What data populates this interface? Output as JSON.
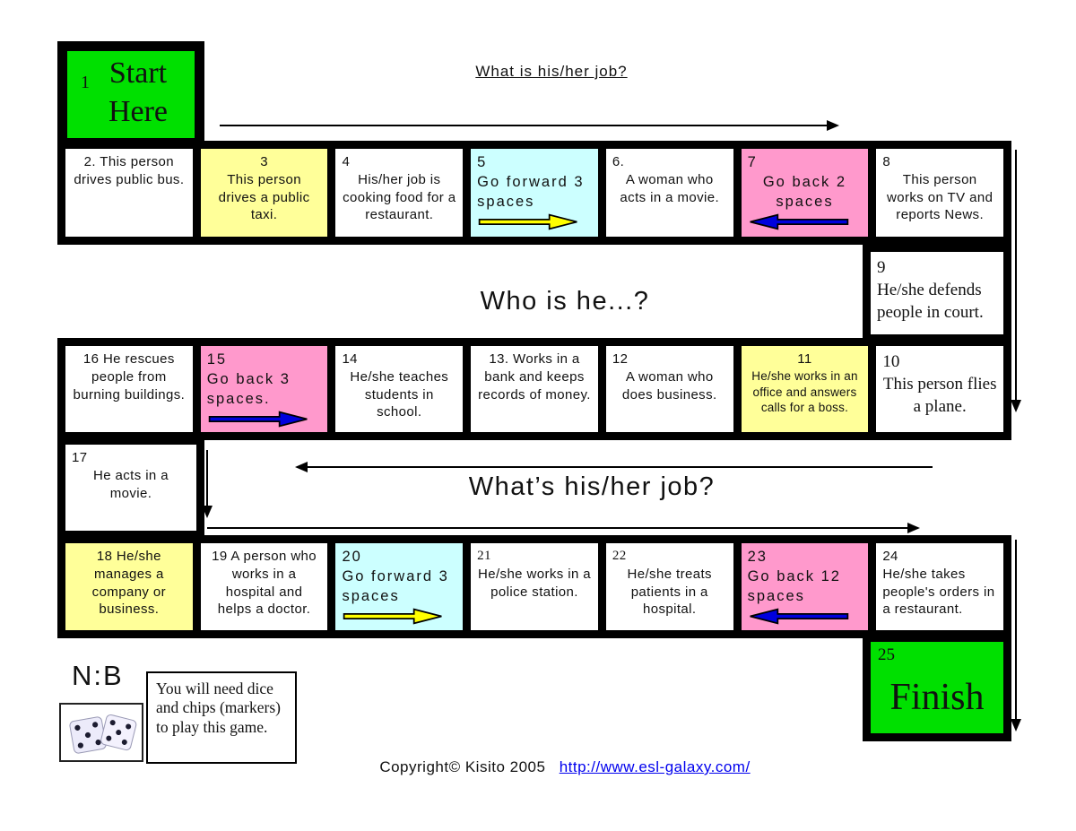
{
  "board": {
    "top_question": "What is his/her job?",
    "mid_question": "Who is he...?",
    "bottom_question": "What’s his/her job?",
    "cells": {
      "c1": {
        "number": "1",
        "label": "Start Here"
      },
      "c2": {
        "number": "2.",
        "text": "This person drives public bus."
      },
      "c3": {
        "number": "3",
        "text": "This person drives a public taxi."
      },
      "c4": {
        "number": "4",
        "text": "His/her job is cooking food for a restaurant."
      },
      "c5": {
        "number": "5",
        "text": "Go forward 3 spaces",
        "icon": "yellow-forward-arrow"
      },
      "c6": {
        "number": "6.",
        "text": "A woman who acts in a movie."
      },
      "c7": {
        "number": "7",
        "text": "Go back 2 spaces",
        "icon": "blue-back-arrow"
      },
      "c8": {
        "number": "8",
        "text": "This person works on TV and reports News."
      },
      "c9": {
        "number": "9",
        "text": "He/she defends people in court."
      },
      "c10": {
        "number": "10",
        "text": "This person flies a plane."
      },
      "c11": {
        "number": "11",
        "text": "He/she works in an office and answers calls for a boss."
      },
      "c12": {
        "number": "12",
        "text": "A woman who does business."
      },
      "c13": {
        "number": "13.",
        "text": "Works in a bank and keeps records of money."
      },
      "c14": {
        "number": "14",
        "text": "He/she teaches students in school."
      },
      "c15": {
        "number": "15",
        "text": "Go back 3 spaces.",
        "icon": "blue-forward-arrow"
      },
      "c16": {
        "number": "16",
        "text": "He rescues people from burning buildings."
      },
      "c17": {
        "number": "17",
        "text": "He acts in a movie."
      },
      "c18": {
        "number": "18",
        "text": "He/she manages a company or business."
      },
      "c19": {
        "number": "19",
        "text": "A person who works in a hospital and helps a doctor."
      },
      "c20": {
        "number": "20",
        "text": "Go forward 3 spaces",
        "icon": "yellow-forward-arrow"
      },
      "c21": {
        "number": "21",
        "text": "He/she works in a police station."
      },
      "c22": {
        "number": "22",
        "text": "He/she treats patients in a hospital."
      },
      "c23": {
        "number": "23",
        "text": "Go back 12 spaces",
        "icon": "blue-back-arrow"
      },
      "c24": {
        "number": "24",
        "text": "He/she takes people's orders in a restaurant."
      },
      "c25": {
        "number": "25",
        "label": "Finish"
      }
    },
    "colors": {
      "start_finish_green": "#00e000",
      "highlight_yellow": "#ffff99",
      "highlight_cyan": "#ccffff",
      "highlight_pink": "#ff99cc",
      "arrow_yellow": "#ffff00",
      "arrow_blue": "#0000dd",
      "link_blue": "#0000ee"
    }
  },
  "footer": {
    "nb_label": "N:B",
    "note": "You will need dice and chips (markers) to play this game.",
    "copyright": "Copyright©  Kisito 2005",
    "link": "http://www.esl-galaxy.com/"
  }
}
